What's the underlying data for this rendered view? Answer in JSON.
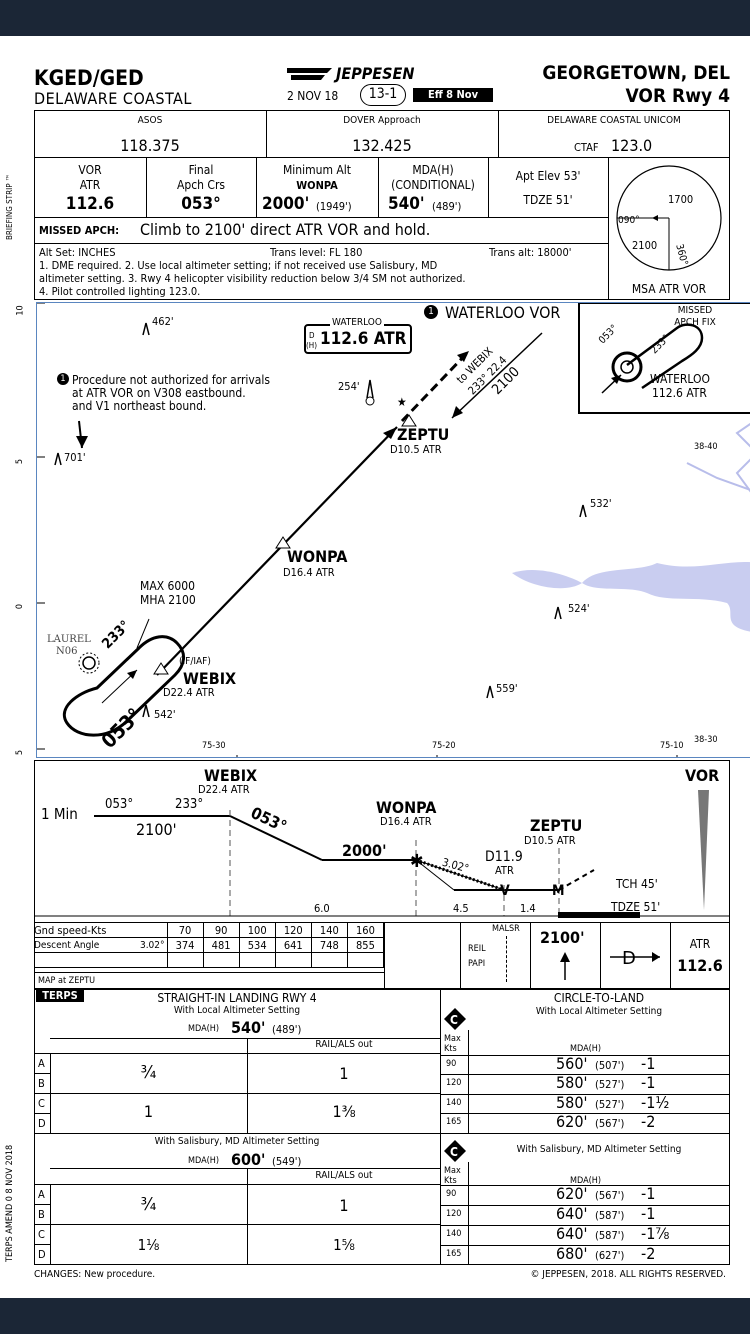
{
  "header": {
    "ident": "KGED/GED",
    "airport_name": "DELAWARE COASTAL",
    "brand": "JEPPESEN",
    "date": "2 NOV 18",
    "chart_index": "13-1",
    "effective": "Eff 8 Nov",
    "city": "GEORGETOWN, DEL",
    "procedure": "VOR Rwy 4"
  },
  "comms": {
    "asos_label": "ASOS",
    "asos_freq": "118.375",
    "approach_label": "DOVER Approach",
    "approach_freq": "132.425",
    "unicom_label": "DELAWARE COASTAL UNICOM",
    "ctaf_label": "CTAF",
    "ctaf_freq": "123.0"
  },
  "briefing": {
    "strip_label": "BRIEFING STRIP ™",
    "vor_label1": "VOR",
    "vor_label2": "ATR",
    "vor_freq": "112.6",
    "final_label1": "Final",
    "final_label2": "Apch Crs",
    "final_crs": "053°",
    "minalt_label": "Minimum Alt",
    "minalt_fix": "WONPA",
    "minalt_value": "2000'",
    "minalt_sub": "(1949')",
    "mda_label": "MDA(H)",
    "mda_cond": "(CONDITIONAL)",
    "mda_value": "540'",
    "mda_sub": "(489')",
    "apt_elev": "Apt Elev 53'",
    "tdze": "TDZE 51'",
    "missed_label": "MISSED APCH:",
    "missed_text": "Climb to 2100' direct ATR VOR and hold.",
    "alt_set": "Alt Set: INCHES",
    "trans_level": "Trans level: FL 180",
    "trans_alt": "Trans alt: 18000'",
    "note1": "1. DME required. 2. Use local altimeter setting; if not received use Salisbury, MD",
    "note2": "altimeter setting. 3. Rwy 4 helicopter visibility reduction below 3/4 SM not authorized.",
    "note3": "4. Pilot controlled lighting 123.0.",
    "msa_label": "MSA ATR VOR",
    "msa_1700": "1700",
    "msa_2100": "2100",
    "msa_090": "090°",
    "msa_360": "360°"
  },
  "plan": {
    "waterloo_vor": "WATERLOO VOR",
    "box_name": "WATERLOO",
    "box_freq": "112.6 ATR",
    "box_d": "D",
    "box_h": "(H)",
    "note_marker": "1",
    "note_text1": "Procedure not authorized for arrivals",
    "note_text2": "at ATR VOR on V308 eastbound.",
    "note_text3": "and V1 northeast bound.",
    "obs_462": "462'",
    "obs_254": "254'",
    "obs_701": "701'",
    "obs_532": "532'",
    "obs_524": "524'",
    "obs_559": "559'",
    "obs_542": "542'",
    "zeptu": "ZEPTU",
    "zeptu_d": "D10.5 ATR",
    "wonpa": "WONPA",
    "wonpa_d": "D16.4 ATR",
    "webix": "WEBIX",
    "webix_d": "D22.4 ATR",
    "if_iaf": "(IF/IAF)",
    "max": "MAX 6000",
    "mha": "MHA 2100",
    "laurel": "LAUREL",
    "n06": "N06",
    "crs_053": "053°",
    "crs_233": "233°",
    "to_webix": "to WEBIX",
    "to_webix2": "233° 22.4",
    "to_2100": "2100",
    "missed_fix_label1": "MISSED",
    "missed_fix_label2": "APCH FIX",
    "inset_waterloo": "WATERLOO",
    "inset_freq": "112.6 ATR",
    "inset_053": "053°",
    "inset_233": "233°",
    "lat_4040": "38-40",
    "lat_3830": "38-30",
    "lon_7530": "75-30",
    "lon_7520": "75-20",
    "lon_7510": "75-10",
    "scale_10": "10",
    "scale_5a": "5",
    "scale_0": "0",
    "scale_5b": "5"
  },
  "profile": {
    "vor": "VOR",
    "webix": "WEBIX",
    "webix_d": "D22.4 ATR",
    "one_min": "1 Min",
    "out_crs": "053°",
    "in_crs": "233°",
    "hold_alt": "2100'",
    "final_crs": "053°",
    "wonpa": "WONPA",
    "wonpa_d": "D16.4 ATR",
    "alt_2000": "2000'",
    "zeptu": "ZEPTU",
    "zeptu_d": "D10.5 ATR",
    "d119": "D11.9",
    "d119_atr": "ATR",
    "angle": "3.02°",
    "tch": "TCH 45'",
    "tdze": "TDZE 51'",
    "dist_60": "6.0",
    "dist_45": "4.5",
    "dist_14": "1.4",
    "v": "V",
    "m": "M"
  },
  "descent": {
    "gs_label": "Gnd speed-Kts",
    "angle_label": "Descent Angle",
    "angle": "3.02°",
    "speeds": [
      "70",
      "90",
      "100",
      "120",
      "140",
      "160"
    ],
    "rates": [
      "374",
      "481",
      "534",
      "641",
      "748",
      "855"
    ],
    "map_label": "MAP at ZEPTU",
    "malsr": "MALSR",
    "reil": "REIL",
    "papi": "PAPI",
    "missed_alt": "2100'",
    "missed_vor": "ATR",
    "missed_vor_freq": "112.6"
  },
  "minimums": {
    "terps": "TERPS",
    "straight_title": "STRAIGHT-IN LANDING RWY 4",
    "local_alt": "With Local Altimeter Setting",
    "mda_label": "MDA(H)",
    "mda_local": "540'",
    "mda_local_h": "(489')",
    "rail_als": "RAIL/ALS out",
    "cat_a": "A",
    "cat_b": "B",
    "cat_c": "C",
    "cat_d": "D",
    "vis_ab": "¾",
    "vis_ab_out": "1",
    "vis_cd": "1",
    "vis_cd_out": "1⅜",
    "salisbury_alt": "With Salisbury, MD Altimeter Setting",
    "mda_sal": "600'",
    "mda_sal_h": "(549')",
    "vis2_ab": "¾",
    "vis2_ab_out": "1",
    "vis2_cd": "1⅛",
    "vis2_cd_out": "1⅝",
    "circle_title": "CIRCLE-TO-LAND",
    "circle_local": "With Local Altimeter Setting",
    "max_kts": "Max Kts",
    "circle_mda": "MDA(H)",
    "circle_speeds": [
      "90",
      "120",
      "140",
      "165"
    ],
    "circle_local_vals": [
      [
        "560'",
        "(507')",
        "-1"
      ],
      [
        "580'",
        "(527')",
        "-1"
      ],
      [
        "580'",
        "(527')",
        "-1½"
      ],
      [
        "620'",
        "(567')",
        "-2"
      ]
    ],
    "circle_sal": "With Salisbury, MD Altimeter Setting",
    "circle_sal_vals": [
      [
        "620'",
        "(567')",
        "-1"
      ],
      [
        "640'",
        "(587')",
        "-1"
      ],
      [
        "640'",
        "(587')",
        "-1⅞"
      ],
      [
        "680'",
        "(627')",
        "-2"
      ]
    ],
    "side_label": "TERPS  AMEND 0  8 NOV 2018",
    "changes": "CHANGES:  New procedure.",
    "copyright": "© JEPPESEN, 2018. ALL RIGHTS RESERVED."
  }
}
